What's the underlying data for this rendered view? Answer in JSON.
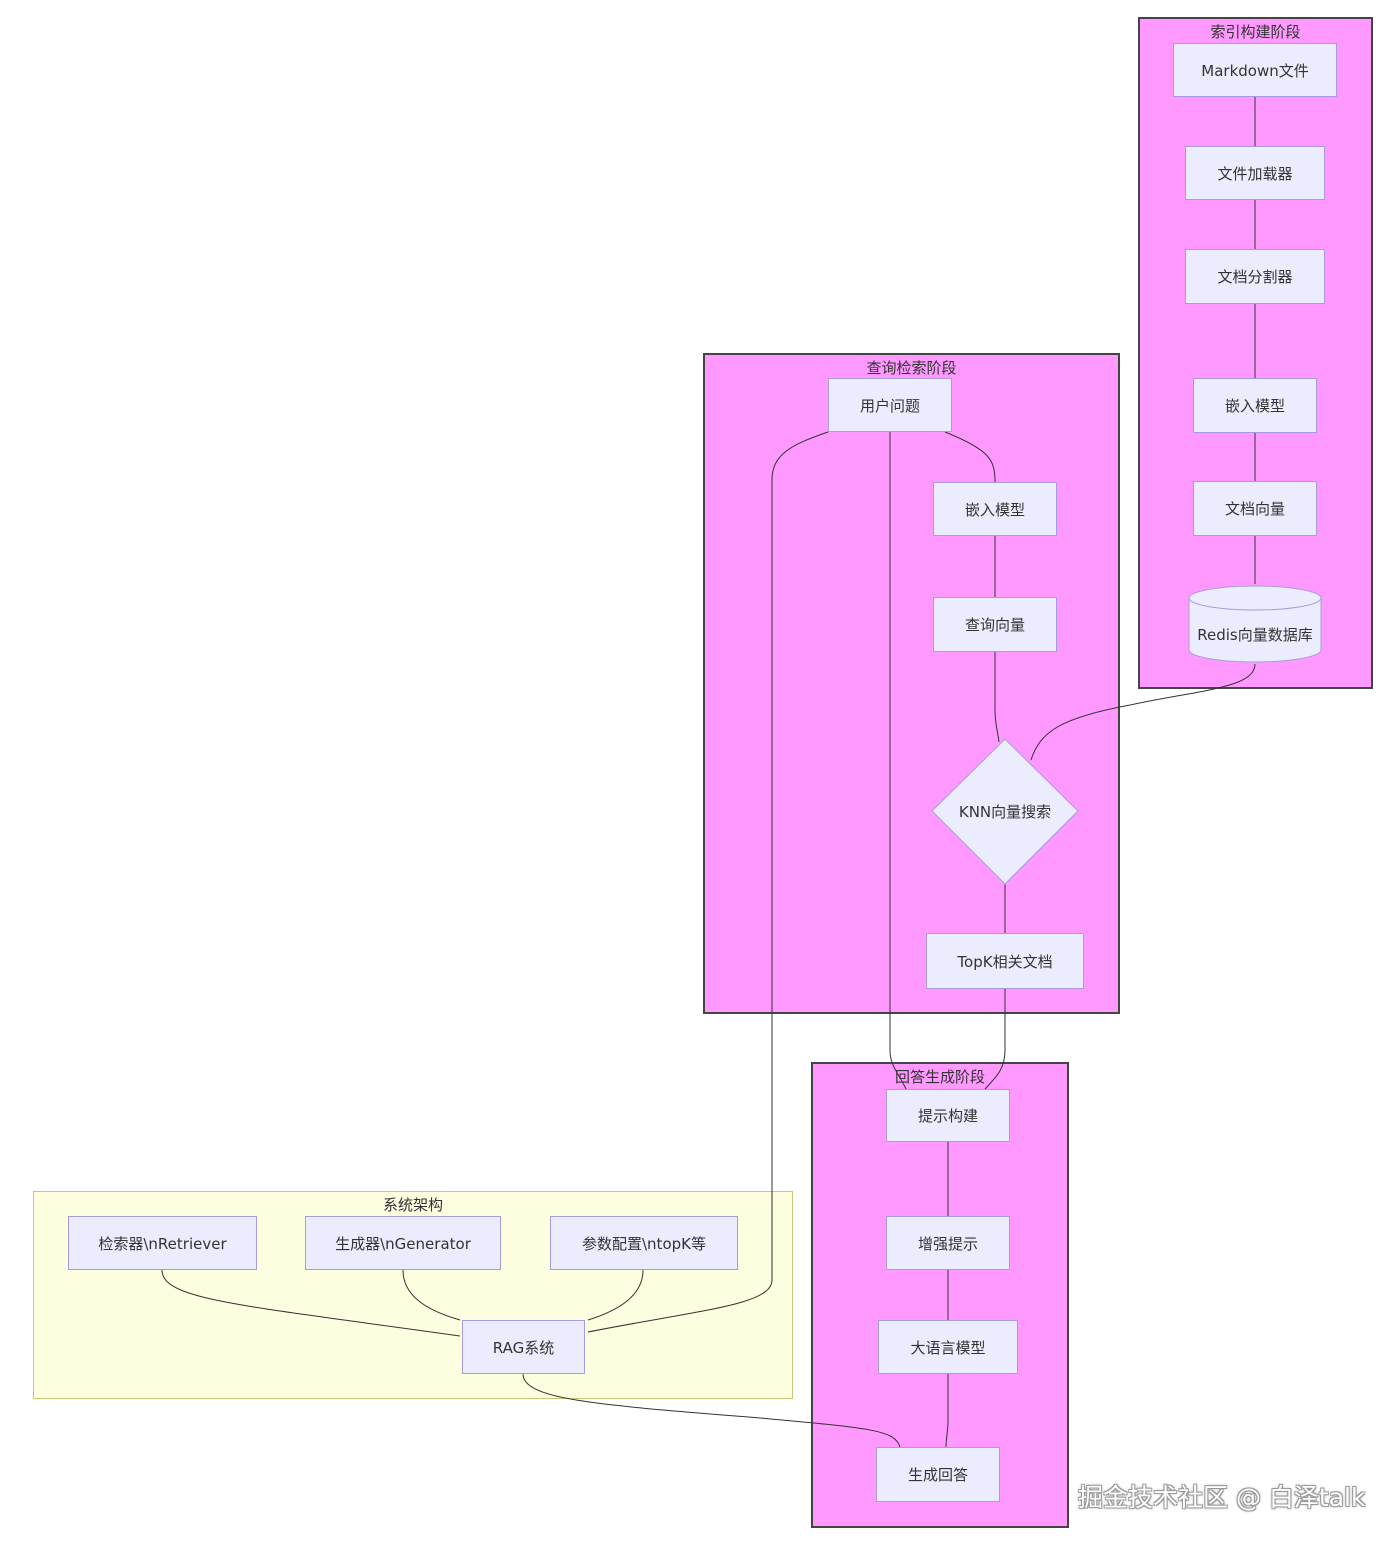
{
  "groups": {
    "index": "索引构建阶段",
    "query": "查询检索阶段",
    "answer": "回答生成阶段",
    "system": "系统架构"
  },
  "nodes": {
    "markdown": "Markdown文件",
    "loader": "文件加载器",
    "splitter": "文档分割器",
    "embed_index": "嵌入模型",
    "doc_vector": "文档向量",
    "redis": "Redis向量数据库",
    "question": "用户问题",
    "embed_query": "嵌入模型",
    "query_vector": "查询向量",
    "knn": "KNN向量搜索",
    "topk": "TopK相关文档",
    "prompt_build": "提示构建",
    "augmented_prompt": "增强提示",
    "llm": "大语言模型",
    "answer": "生成回答",
    "retriever": "检索器\\nRetriever",
    "generator": "生成器\\nGenerator",
    "config": "参数配置\\ntopK等",
    "rag": "RAG系统"
  },
  "watermark": "掘金技术社区 @ 白泽talk"
}
